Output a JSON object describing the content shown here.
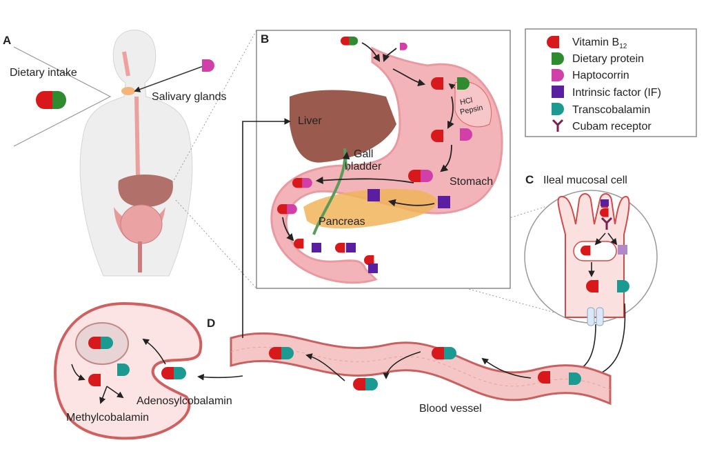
{
  "panels": {
    "a": "A",
    "b": "B",
    "c": "C",
    "d": "D"
  },
  "labels": {
    "dietary_intake": "Dietary intake",
    "salivary_glands": "Salivary glands",
    "liver": "Liver",
    "gall_bladder_1": "Gall",
    "gall_bladder_2": "bladder",
    "stomach": "Stomach",
    "pancreas": "Pancreas",
    "hcl": "HCl",
    "pepsin": "Pepsin",
    "ileal_cell": "Ileal mucosal cell",
    "blood_vessel": "Blood vessel",
    "adenosylcobalamin": "Adenosylcobalamin",
    "methylcobalamin": "Methylcobalamin"
  },
  "legend": [
    {
      "label": "Vitamin B",
      "sub": "12",
      "icon": "vitamin-b12-icon",
      "color": "#d7191c"
    },
    {
      "label": "Dietary protein",
      "icon": "dietary-protein-icon",
      "color": "#2e8b2e"
    },
    {
      "label": "Haptocorrin",
      "icon": "haptocorrin-icon",
      "color": "#d040a8"
    },
    {
      "label": "Intrinsic factor (IF)",
      "icon": "intrinsic-factor-icon",
      "color": "#5a1fa0"
    },
    {
      "label": "Transcobalamin",
      "icon": "transcobalamin-icon",
      "color": "#1a9a90"
    },
    {
      "label": "Cubam receptor",
      "icon": "cubam-receptor-icon",
      "color": "#7a1f50"
    }
  ]
}
